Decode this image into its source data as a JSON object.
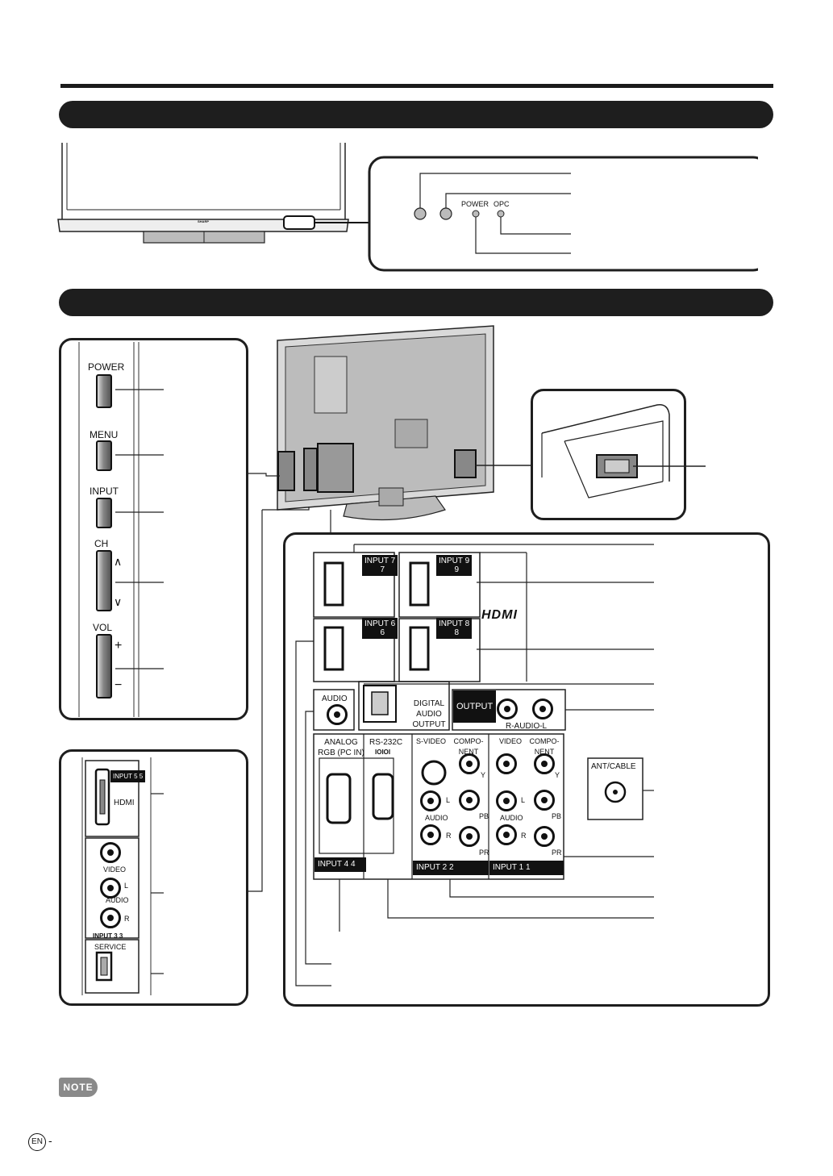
{
  "front": {
    "brand": "SHARP",
    "indicators": {
      "power": "POWER",
      "opc": "OPC"
    }
  },
  "side_buttons": {
    "power": "POWER",
    "menu": "MENU",
    "input": "INPUT",
    "ch": "CH",
    "vol": "VOL",
    "plus": "+",
    "minus": "−",
    "up": "∧",
    "down": "∨"
  },
  "side_terminals": {
    "input5": "INPUT 5",
    "input5_num": "5",
    "hdmi": "HDMI",
    "video": "VIDEO",
    "audio": "AUDIO",
    "l": "L",
    "r": "R",
    "input3": "INPUT 3",
    "input3_num": "3",
    "service": "SERVICE"
  },
  "rear_terminals": {
    "input7": "INPUT 7",
    "input9": "INPUT 9",
    "input6": "INPUT 6",
    "input8": "INPUT 8",
    "n7": "7",
    "n9": "9",
    "n6": "6",
    "n8": "8",
    "hdmi_logo": "HDMI",
    "audio": "AUDIO",
    "digital_audio_output": "DIGITAL AUDIO OUTPUT",
    "output": "OUTPUT",
    "r_audio_l": "R-AUDIO-L",
    "analog_rgb": "ANALOG RGB (PC IN)",
    "rs232c": "RS-232C",
    "rs232c_sym": "IOIOI",
    "s_video": "S-VIDEO",
    "component": "COMPO-NENT",
    "video": "VIDEO",
    "y": "Y",
    "pb": "PB",
    "pr": "PR",
    "l": "L",
    "r": "R",
    "audio_small": "AUDIO",
    "ant_cable": "ANT/CABLE",
    "input4": "INPUT 4",
    "input2": "INPUT 2",
    "input1": "INPUT 1",
    "n4": "4",
    "n2": "2",
    "n1": "1"
  },
  "footer": {
    "note": "NOTE",
    "lang": "EN",
    "dash": "-"
  }
}
